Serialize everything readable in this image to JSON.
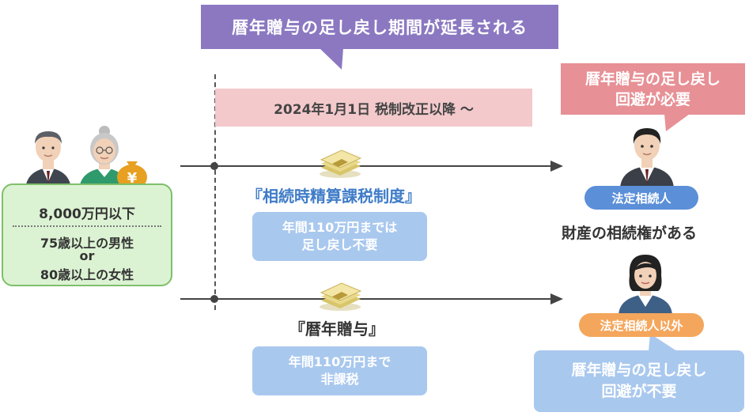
{
  "banner": {
    "text": "暦年贈与の足し戻し期間が延長される"
  },
  "date_band": {
    "text": "2024年1月1日 税制改正以降 〜"
  },
  "left_box": {
    "amount": "8,000万円以下",
    "line1": "75歳以上の男性",
    "line2": "or",
    "line3": "80歳以上の女性"
  },
  "money_bag": {
    "symbol": "¥"
  },
  "system1": {
    "label": "『相続時精算課税制度』",
    "note_line1": "年間110万円までは",
    "note_line2": "足し戻し不要"
  },
  "system2": {
    "label": "『暦年贈与』",
    "note_line1": "年間110万円まで",
    "note_line2": "非課税"
  },
  "right_top": {
    "callout_line1": "暦年贈与の足し戻し",
    "callout_line2": "回避が必要",
    "badge": "法定相続人",
    "rights": "財産の相続権がある"
  },
  "right_bottom": {
    "badge": "法定相続人以外",
    "callout_line1": "暦年贈与の足し戻し",
    "callout_line2": "回避が不要"
  },
  "colors": {
    "purple": "#8b78c1",
    "pink_band": "#f3c9cb",
    "pink_callout": "#e79095",
    "green_box": "#dcf3d3",
    "blue_label": "#3f7cc8",
    "light_blue": "#a9c8ee",
    "badge_blue": "#5b8fd8",
    "badge_orange": "#f4a65c",
    "money_gold": "#e8a020"
  },
  "icons": [
    "elderly-man-icon",
    "elderly-woman-icon",
    "yen-money-bag-icon",
    "cash-bundle-icon",
    "businessman-icon",
    "businesswoman-icon"
  ]
}
